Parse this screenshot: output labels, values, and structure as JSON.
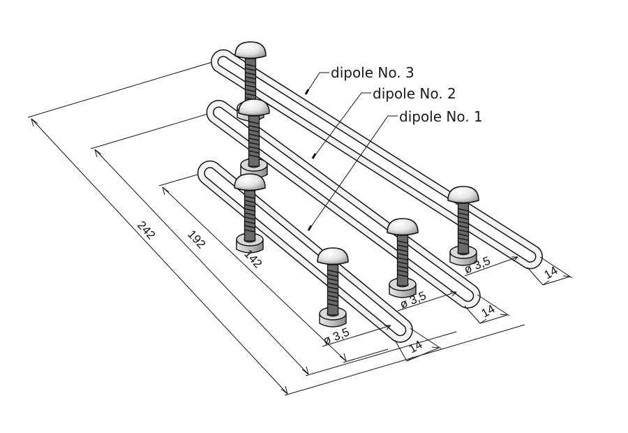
{
  "labels": {
    "dipole3": "dipole No. 3",
    "dipole2": "dipole No. 2",
    "dipole1": "dipole No. 1"
  },
  "dimensions": {
    "length3": "242",
    "length2": "192",
    "length1": "142",
    "diameter_d3": "ø 3,5",
    "diameter_d2": "ø 3,5",
    "diameter_d1": "ø 3,5",
    "width_d3": "14",
    "width_d2": "14",
    "width_d1": "14"
  },
  "colors": {
    "line": "#111111",
    "steel_light": "#f3f3f3",
    "steel_mid": "#bdbdbd",
    "steel_dark": "#555555"
  }
}
